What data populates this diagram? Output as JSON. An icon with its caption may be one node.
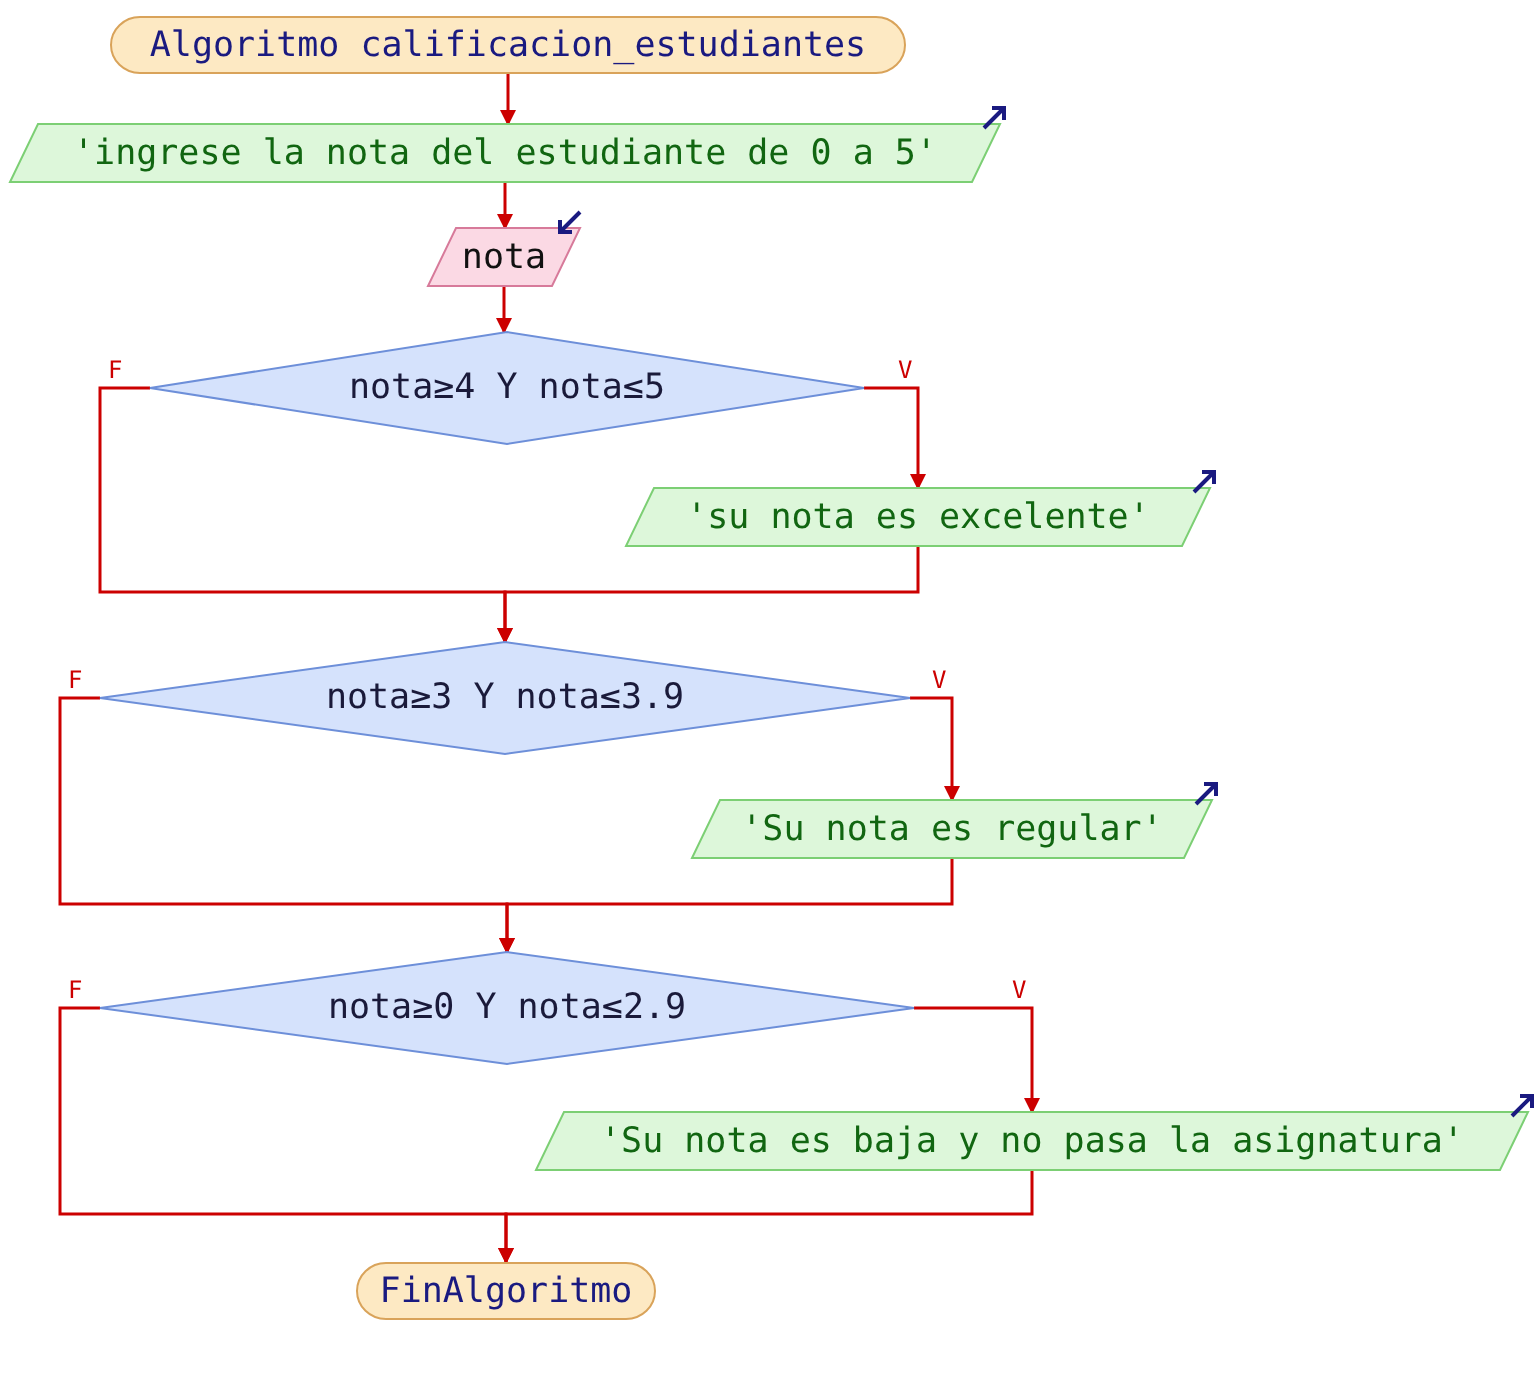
{
  "diagram": {
    "nodes": [
      {
        "text": [
          "Algoritmo calificacion_estudiantes"
        ]
      },
      {
        "text": [
          "'ingrese la nota del estudiante de 0 a 5'"
        ]
      },
      {
        "text": [
          "nota"
        ]
      },
      {
        "text": [
          "nota≥4 Y nota≤5"
        ]
      },
      {
        "text": [
          "'su nota es excelente'"
        ]
      },
      {
        "text": [
          "nota≥3 Y nota≤3.9"
        ]
      },
      {
        "text": [
          "'Su nota es regular'"
        ]
      },
      {
        "text": [
          "nota≥0 Y nota≤2.9"
        ]
      },
      {
        "text": [
          "'Su nota es baja y no pasa la asignatura'"
        ]
      },
      {
        "text": [
          "FinAlgoritmo"
        ]
      }
    ],
    "edges": [
      {
        "from": 0,
        "to": 1,
        "arrow": "to"
      },
      {
        "from": 1,
        "to": 2,
        "arrow": "to"
      },
      {
        "from": 2,
        "to": 3,
        "arrow": "to"
      },
      {
        "from": 3,
        "to": 4,
        "arrow": "to",
        "label": "V"
      },
      {
        "from": 3,
        "to": 5,
        "arrow": "to",
        "label": "F"
      },
      {
        "from": 4,
        "to": 5,
        "arrow": "to"
      },
      {
        "from": 5,
        "to": 6,
        "arrow": "to",
        "label": "V"
      },
      {
        "from": 5,
        "to": 7,
        "arrow": "to",
        "label": "F"
      },
      {
        "from": 6,
        "to": 7,
        "arrow": "to"
      },
      {
        "from": 7,
        "to": 8,
        "arrow": "to",
        "label": "V"
      },
      {
        "from": 7,
        "to": 9,
        "arrow": "to",
        "label": "F"
      },
      {
        "from": 8,
        "to": 9,
        "arrow": "to"
      }
    ]
  }
}
